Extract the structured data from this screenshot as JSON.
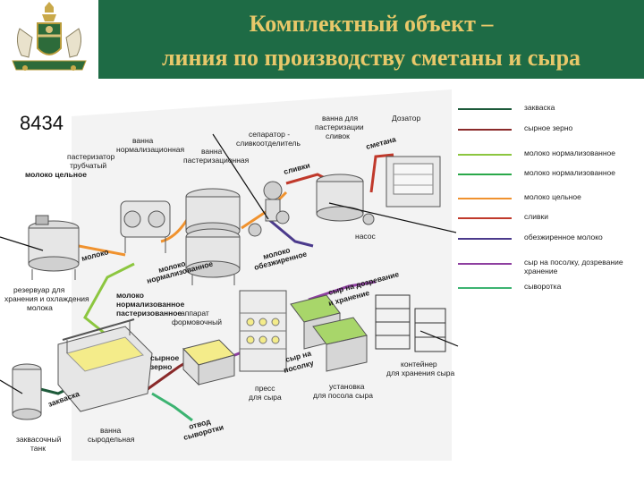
{
  "header": {
    "title_line1": "Комплектный объект –",
    "title_line2": "линия по производству сметаны и сыра",
    "band_color": "#1e6b45",
    "title_color": "#e8c86a"
  },
  "code": "8434",
  "labels": {
    "moloko_celnoe": "молоко цельное",
    "pasterizator_l1": "пастеризатор",
    "pasterizator_l2": "трубчатый",
    "vanna_norm_l1": "ванна",
    "vanna_norm_l2": "нормализационная",
    "vanna_past_l1": "ванна",
    "vanna_past_l2": "пастеризационная",
    "separator_l1": "сепаратор -",
    "separator_l2": "сливкоотделитель",
    "vanna_slivok_l1": "ванна для",
    "vanna_slivok_l2": "пастеризации",
    "vanna_slivok_l3": "сливок",
    "dozator": "Дозатор",
    "smetana": "сметана",
    "slivki": "сливки",
    "nasos": "насос",
    "moloko_obezzh_l1": "молоко",
    "moloko_obezzh_l2": "обезжиренное",
    "moloko_norm_l1": "молоко",
    "moloko_norm_l2": "нормализованное",
    "moloko": "молоко",
    "moloko_norm_past_l1": "молоко",
    "moloko_norm_past_l2": "нормализованное",
    "moloko_norm_past_l3": "пастеризованное",
    "rezervuar_l1": "резервуар для",
    "rezervuar_l2": "хранения и охлаждения",
    "rezervuar_l3": "молока",
    "apparat_l1": "аппарат",
    "apparat_l2": "формовочный",
    "syrnoe_zerno_l1": "сырное",
    "syrnoe_zerno_l2": "зерно",
    "zakvaska": "закваска",
    "vanna_syr_l1": "ванна",
    "vanna_syr_l2": "сыродельная",
    "zakv_tank_l1": "заквасочный",
    "zakv_tank_l2": "танк",
    "otvod_l1": "отвод",
    "otvod_l2": "сыворотки",
    "press_l1": "пресс",
    "press_l2": "для сыра",
    "syr_poso_l1": "сыр на",
    "syr_poso_l2": "посолку",
    "ustanovka_l1": "установка",
    "ustanovka_l2": "для посола сыра",
    "syr_dozr_l1": "сыр на дозревание",
    "syr_dozr_l2": "и хранение",
    "konteiner_l1": "контейнер",
    "konteiner_l2": "для хранения сыра"
  },
  "legend": [
    {
      "label": "закваска",
      "color": "#1d5a3a"
    },
    {
      "label": "сырное зерно",
      "color": "#8a2a2a"
    },
    {
      "label": "молоко нормализованное",
      "color": "#8cc63f"
    },
    {
      "label": "молоко нормализованное",
      "color": "#2aa84a"
    },
    {
      "label": "молоко цельное",
      "color": "#f0922e"
    },
    {
      "label": "сливки",
      "color": "#c0392b"
    },
    {
      "label": "обезжиренное молоко",
      "color": "#4b3a8c"
    },
    {
      "label": "сыр на посолку, дозревание хранение",
      "color": "#8e3fa0"
    },
    {
      "label": "сыворотка",
      "color": "#3cb371"
    }
  ]
}
